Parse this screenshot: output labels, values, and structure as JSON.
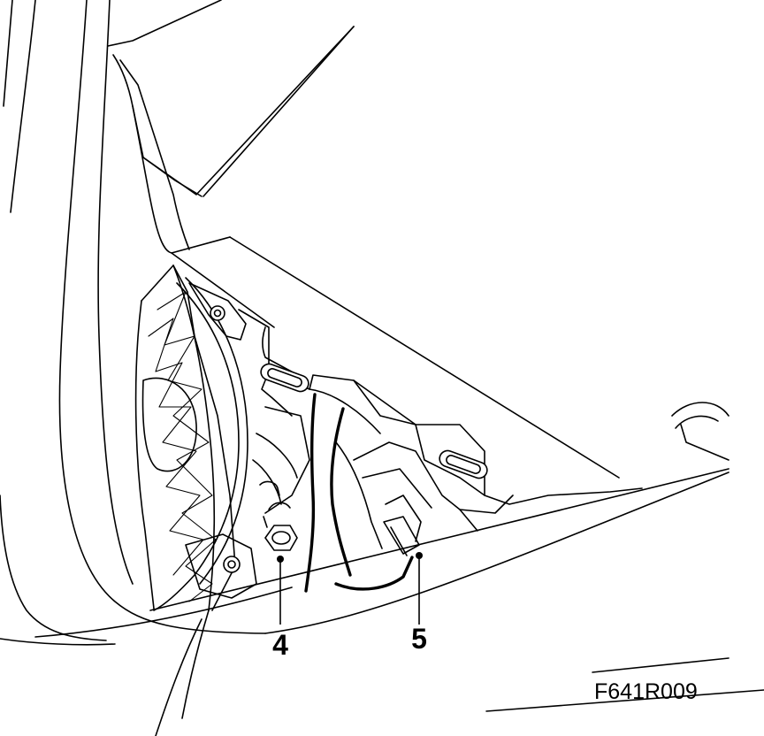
{
  "figure": {
    "callouts": [
      {
        "label": "4"
      },
      {
        "label": "5"
      }
    ],
    "reference_code": "F641R009"
  }
}
